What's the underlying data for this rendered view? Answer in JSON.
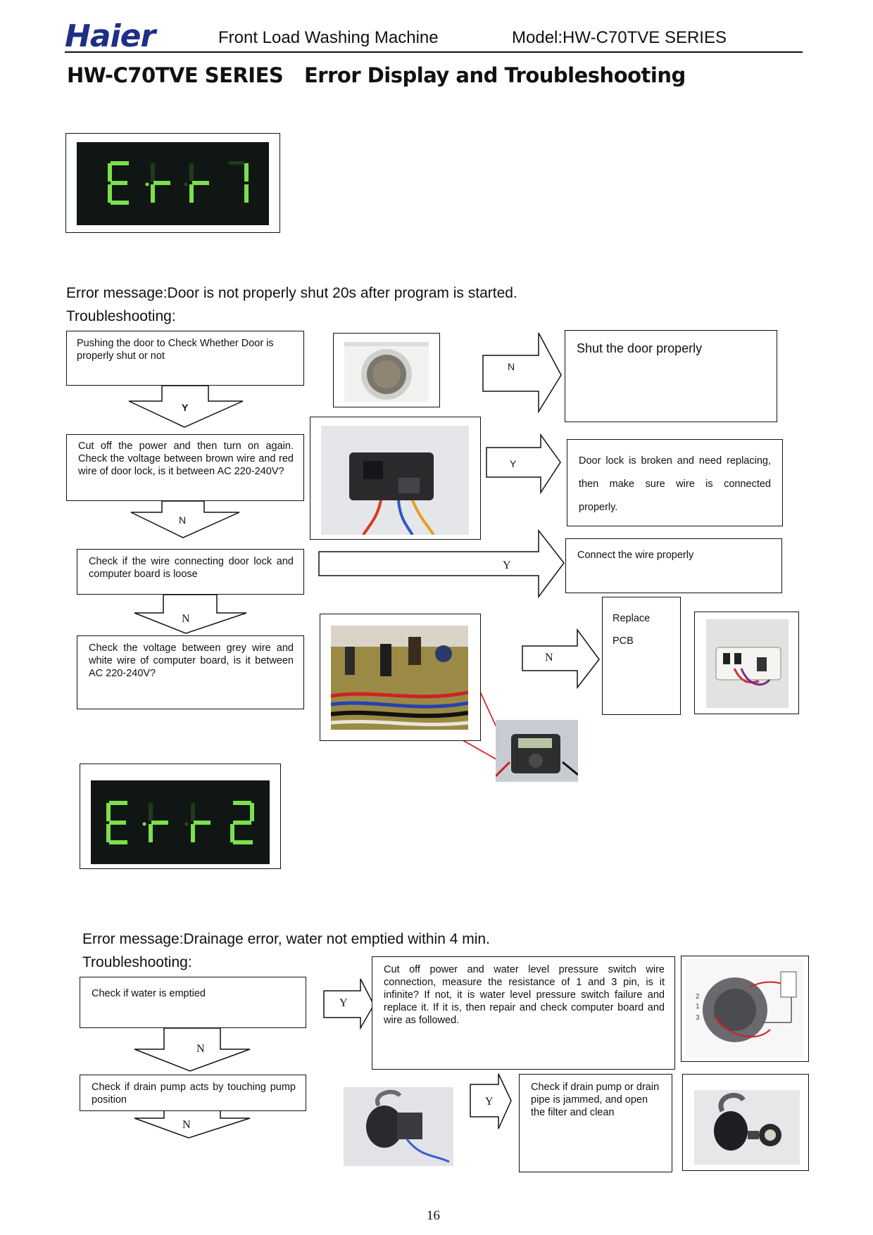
{
  "header": {
    "brand": "Haier",
    "product": "Front Load Washing Machine",
    "model": "Model:HW-C70TVE SERIES"
  },
  "title": {
    "series": "HW-C70TVE SERIES",
    "section": "Error Display and Troubleshooting"
  },
  "err1": {
    "display": "Err1",
    "message": "Error message:Door is not properly shut 20s after program is started.",
    "troubleshooting": "Troubleshooting:",
    "steps": [
      "Pushing the door to Check Whether Door is properly shut or not",
      "Cut off the power and then turn on again. Check the voltage between brown wire and red wire of door lock, is it between AC 220-240V?",
      "Check if the wire connecting door lock and computer board is loose",
      "Check the voltage between grey wire and white wire of computer board, is it between AC 220-240V?"
    ],
    "step_answers": [
      "Y",
      "N",
      "N"
    ],
    "results": [
      {
        "answer": "N",
        "text": "Shut the door properly"
      },
      {
        "answer": "Y",
        "text": "Door lock is broken and need replacing, then make sure wire is connected properly."
      },
      {
        "answer": "Y",
        "text": "Connect the wire properly"
      },
      {
        "answer": "N",
        "text": "Replace PCB"
      }
    ]
  },
  "err2": {
    "display": "Err2",
    "message": "Error message:Drainage error, water not emptied within 4 min.",
    "troubleshooting": "Troubleshooting:",
    "steps": [
      "Check if water is emptied",
      "Check if drain pump acts by touching pump position"
    ],
    "step_answers": [
      "N",
      "N"
    ],
    "results": [
      {
        "answer": "Y",
        "text": "Cut off power and water level pressure switch wire connection, measure the resistance of 1 and 3 pin, is it infinite? If not, it is water level pressure switch failure and replace it. If it is, then repair and check computer board and wire as followed."
      },
      {
        "answer": "Y",
        "text": "Check if drain pump or drain pipe is jammed, and open the filter and clean"
      }
    ]
  },
  "page_number": "16",
  "colors": {
    "brand": "#1e2f86",
    "display_digit": "#7be04a",
    "probe_line": "#d8141c"
  }
}
